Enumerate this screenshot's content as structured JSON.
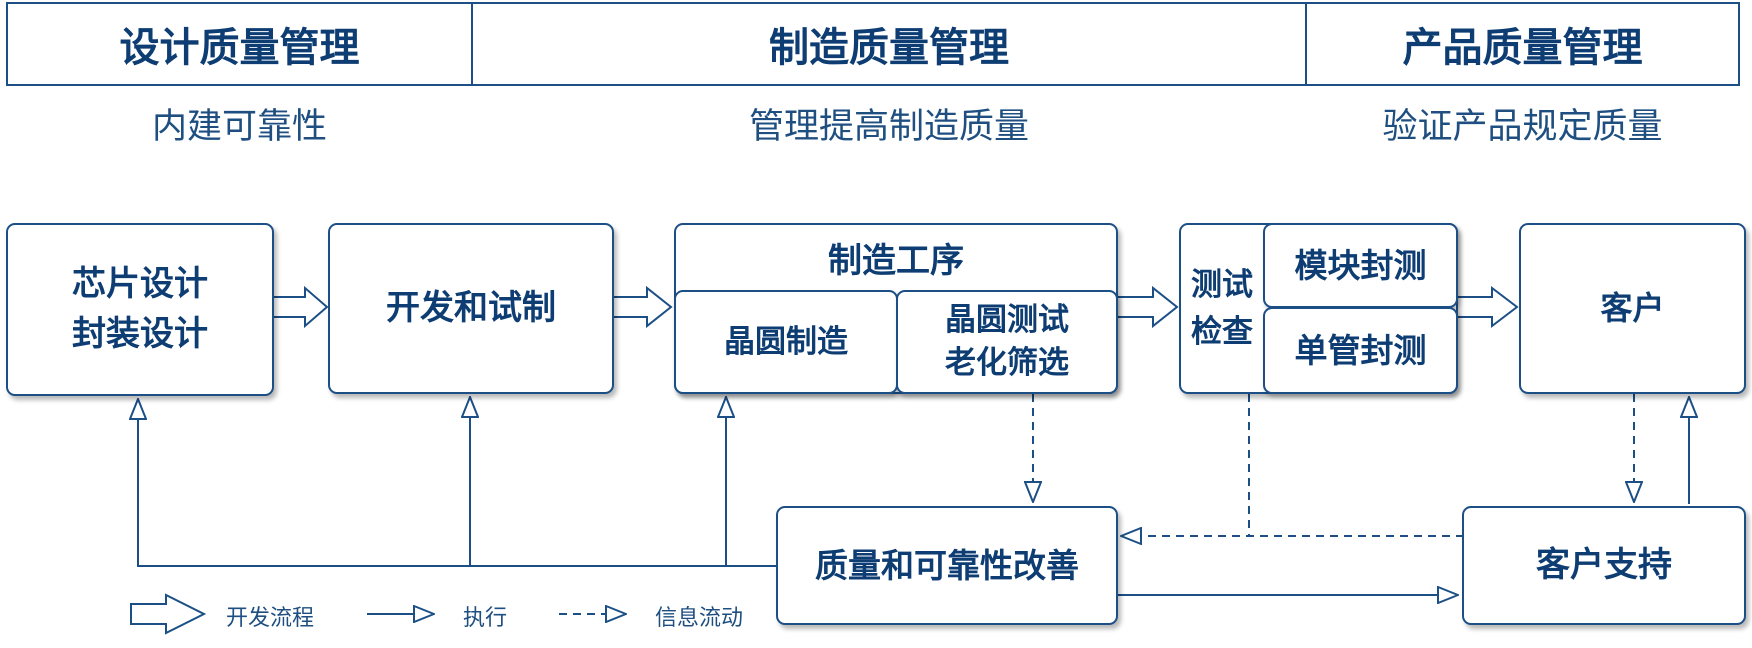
{
  "header": {
    "design": "设计质量管理",
    "manufacturing": "制造质量管理",
    "product": "产品质量管理"
  },
  "subheader": {
    "design": "内建可靠性",
    "manufacturing": "管理提高制造质量",
    "product": "验证产品规定质量"
  },
  "nodes": {
    "chip_design_line1": "芯片设计",
    "chip_design_line2": "封装设计",
    "dev_trial": "开发和试制",
    "process_title": "制造工序",
    "wafer_fab": "晶圆制造",
    "wafer_test_line1": "晶圆测试",
    "wafer_test_line2": "老化筛选",
    "test_inspect_line1": "测试",
    "test_inspect_line2": "检查",
    "module_pkg_test": "模块封测",
    "single_pkg_test": "单管封测",
    "customer": "客户",
    "quality_improve": "质量和可靠性改善",
    "customer_support": "客户支持"
  },
  "legend": {
    "dev_flow": "开发流程",
    "execute": "执行",
    "info_flow": "信息流动"
  },
  "colors": {
    "line": "#1c4f86",
    "text": "#0d3d73"
  }
}
